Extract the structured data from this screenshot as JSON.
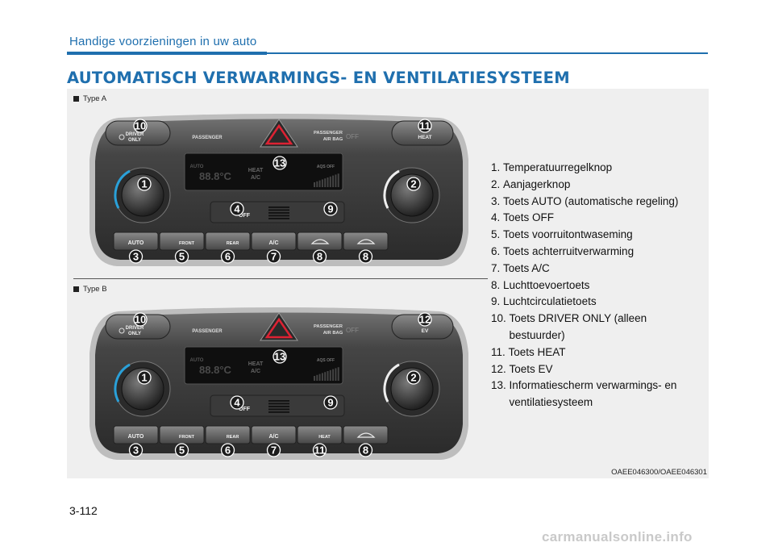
{
  "header": {
    "section_title": "Handige voorzieningen in uw auto",
    "main_title": "AUTOMATISCH VERWARMINGS- EN VENTILATIESYSTEEM"
  },
  "figure": {
    "type_a_label": "Type A",
    "type_b_label": "Type B",
    "figure_code": "OAEE046300/OAEE046301",
    "panel_a": {
      "driver_only": [
        "DRIVER",
        "ONLY"
      ],
      "passenger": "PASSENGER",
      "passenger_airbag": [
        "PASSENGER",
        "AIR BAG"
      ],
      "airbag_off": "OFF",
      "right_top_button": "HEAT",
      "display_auto": "AUTO",
      "display_temp": "88.8°C",
      "display_heat": "HEAT",
      "display_ac": "A/C",
      "display_aqs": "AQS OFF",
      "off_button": "OFF",
      "bottom_buttons": [
        "AUTO",
        "FRONT",
        "REAR",
        "A/C",
        "",
        ""
      ],
      "callouts": {
        "top_left": "10",
        "top_right": "11",
        "display": "13",
        "knob_left": "1",
        "knob_right": "2",
        "off": "4",
        "recirc": "9",
        "bottom": [
          "3",
          "5",
          "6",
          "7",
          "8",
          "8"
        ]
      }
    },
    "panel_b": {
      "driver_only": [
        "DRIVER",
        "ONLY"
      ],
      "passenger": "PASSENGER",
      "passenger_airbag": [
        "PASSENGER",
        "AIR BAG"
      ],
      "airbag_off": "OFF",
      "right_top_button": "EV",
      "display_auto": "AUTO",
      "display_temp": "88.8°C",
      "display_heat": "HEAT",
      "display_ac": "A/C",
      "display_aqs": "AQS OFF",
      "off_button": "OFF",
      "bottom_buttons": [
        "AUTO",
        "FRONT",
        "REAR",
        "A/C",
        "HEAT",
        ""
      ],
      "callouts": {
        "top_left": "10",
        "top_right": "12",
        "display": "13",
        "knob_left": "1",
        "knob_right": "2",
        "off": "4",
        "recirc": "9",
        "bottom": [
          "3",
          "5",
          "6",
          "7",
          "11",
          "8"
        ]
      }
    },
    "legend": [
      {
        "num": "1. ",
        "text": "Temperatuurregelknop"
      },
      {
        "num": "2. ",
        "text": "Aanjagerknop"
      },
      {
        "num": "3. ",
        "text": "Toets AUTO (automatische regeling)"
      },
      {
        "num": "4. ",
        "text": "Toets OFF"
      },
      {
        "num": "5. ",
        "text": "Toets voorruitontwaseming"
      },
      {
        "num": "6. ",
        "text": "Toets achterruitverwarming"
      },
      {
        "num": "7. ",
        "text": "Toets A/C"
      },
      {
        "num": "8. ",
        "text": "Luchttoevoertoets"
      },
      {
        "num": "9. ",
        "text": "Luchtcirculatietoets"
      },
      {
        "num": "10. ",
        "text": "Toets DRIVER ONLY (alleen bestuurder)"
      },
      {
        "num": "11. ",
        "text": "Toets HEAT"
      },
      {
        "num": "12. ",
        "text": "Toets EV"
      },
      {
        "num": "13. ",
        "text": "Informatiescherm verwarmings- en ventilatiesysteem"
      }
    ]
  },
  "footer": {
    "page_number": "3-112",
    "watermark": "carmanualsonline.info"
  },
  "colors": {
    "accent": "#1f6fae",
    "callout": "#222222",
    "panel_dark": "#3a3a3a",
    "knob_ring": "#2aa0d8"
  }
}
